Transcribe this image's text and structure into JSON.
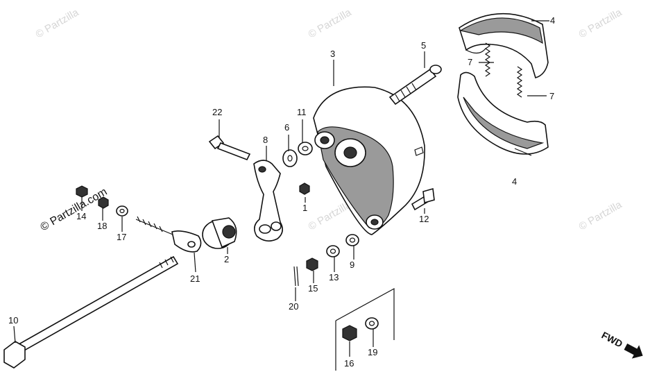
{
  "watermarks": {
    "small": "© Partzilla",
    "large": "© Partzilla.com"
  },
  "fwd_label": "FWD",
  "callouts": {
    "c1": "1",
    "c2": "2",
    "c3": "3",
    "c4a": "4",
    "c4b": "4",
    "c5": "5",
    "c6": "6",
    "c7a": "7",
    "c7b": "7",
    "c8": "8",
    "c9": "9",
    "c10": "10",
    "c11": "11",
    "c12": "12",
    "c13": "13",
    "c14": "14",
    "c15": "15",
    "c16": "16",
    "c17": "17",
    "c18": "18",
    "c19": "19",
    "c20": "20",
    "c21": "21",
    "c22": "22"
  }
}
